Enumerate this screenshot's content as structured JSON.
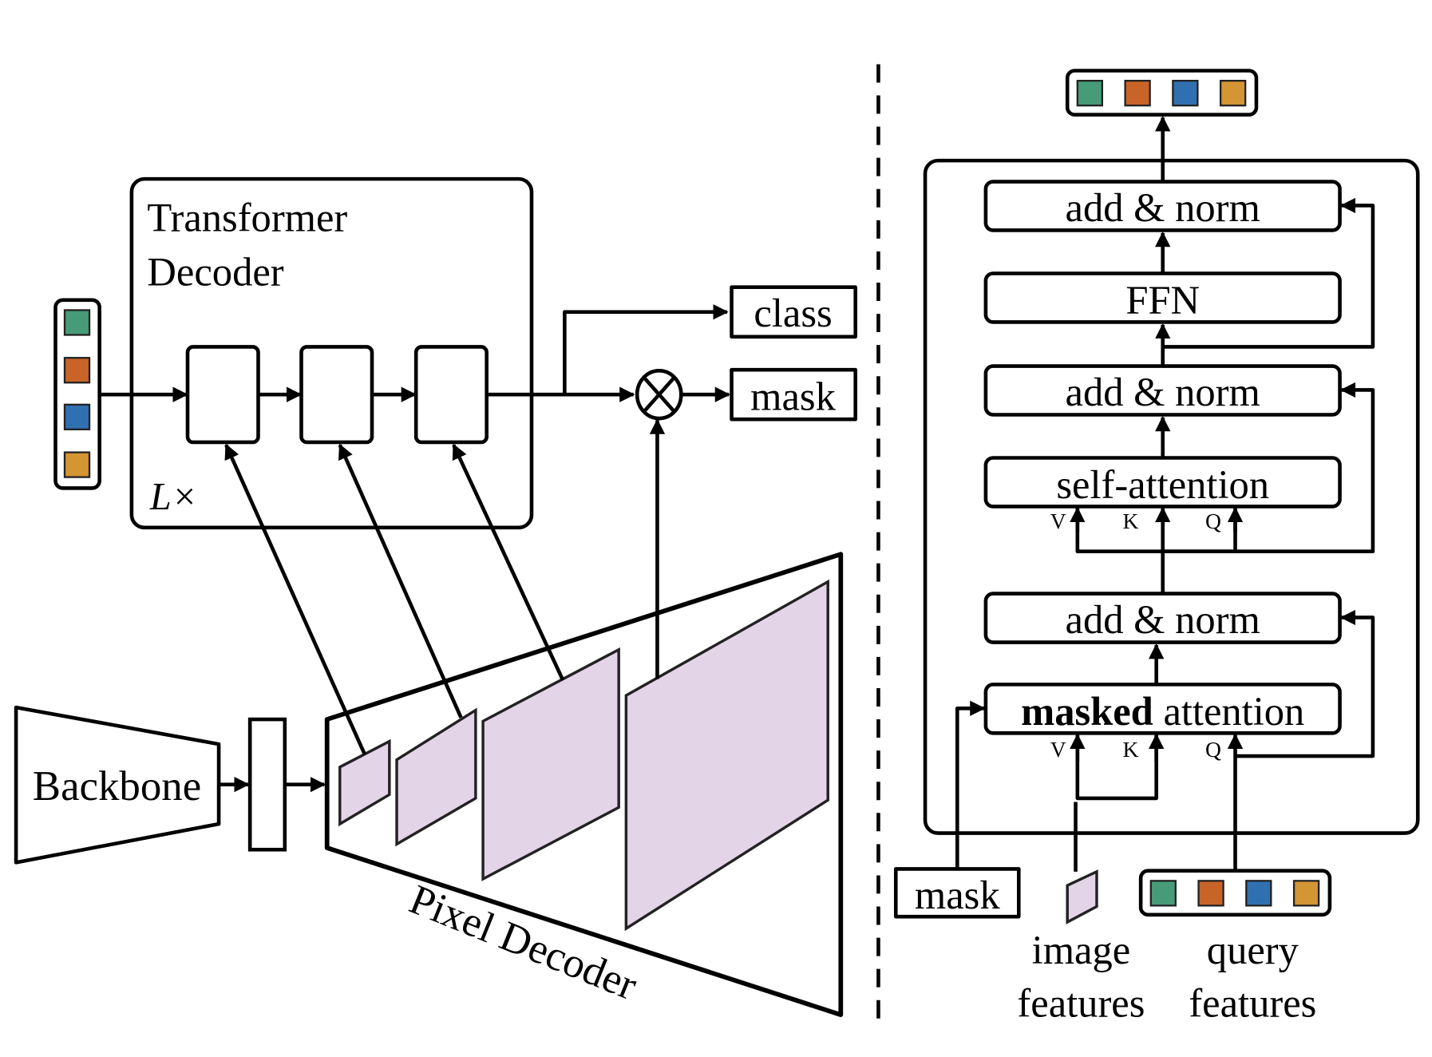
{
  "left": {
    "transformer_decoder": {
      "title_line1": "Transformer",
      "title_line2": "Decoder",
      "repeat_label": "L×",
      "layer_count_shown": 3
    },
    "backbone": {
      "label": "Backbone"
    },
    "pixel_decoder": {
      "label": "Pixel Decoder",
      "feature_map_count": 4
    },
    "outputs": {
      "class_label": "class",
      "mask_label": "mask"
    },
    "multiply_symbol": "⊗",
    "query_tokens": 4
  },
  "right": {
    "blocks": {
      "add_norm_top": "add & norm",
      "ffn": "FFN",
      "add_norm_mid": "add & norm",
      "self_attention": "self-attention",
      "add_norm_bottom": "add & norm",
      "masked_attention_bold": "masked",
      "masked_attention_rest": " attention"
    },
    "qkv_labels": {
      "v": "V",
      "k": "K",
      "q": "Q"
    },
    "inputs": {
      "mask_label": "mask",
      "image_features_line1": "image",
      "image_features_line2": "features",
      "query_features_line1": "query",
      "query_features_line2": "features"
    }
  },
  "colors": {
    "token_green": "#479b78",
    "token_orange": "#c86428",
    "token_blue": "#3070b0",
    "token_yellow": "#d49535",
    "transformer_bg": "#c8e3f5",
    "layer_bg": "#e3e3e3",
    "backbone_bg": "#f7d4a9",
    "pixel_decoder_bg": "#cfe8b5",
    "feature_map_bg": "#e4d4e8",
    "output_bg": "#fcf2d2",
    "ffn_bg": "#cdecea",
    "self_attn_bg": "#f6e1e1",
    "masked_attn_bg": "#e1b4ae",
    "block_container_bg": "#e4e4e4"
  }
}
